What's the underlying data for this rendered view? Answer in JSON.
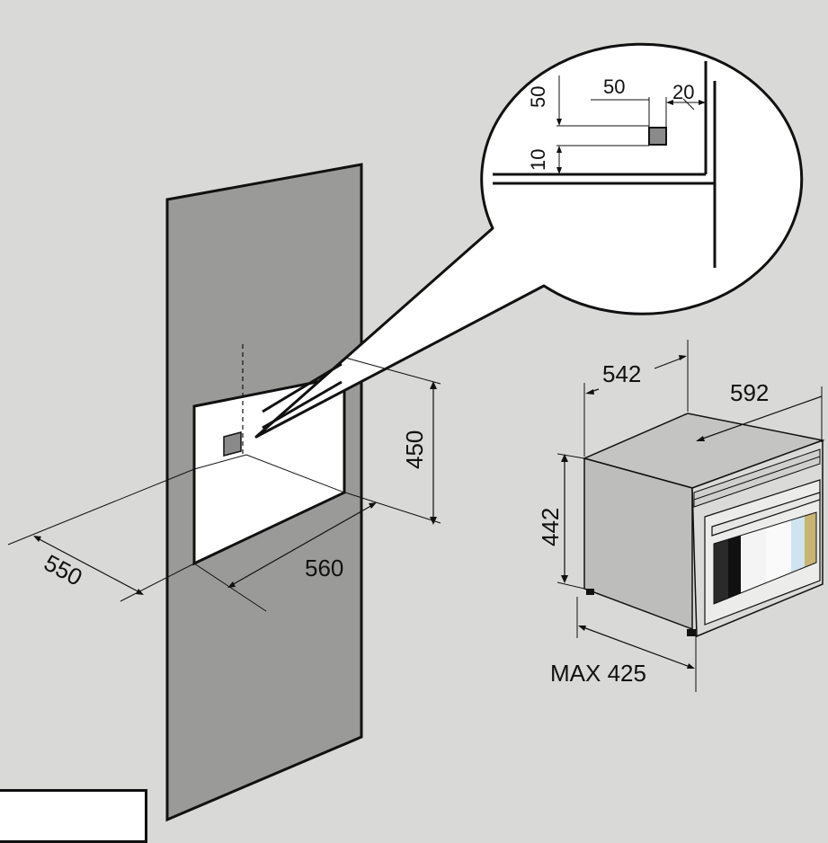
{
  "detail": {
    "dim_50_vertical": "50",
    "dim_50_horizontal": "50",
    "dim_20": "20",
    "dim_10": "10"
  },
  "niche": {
    "dim_450": "450",
    "dim_560": "560",
    "dim_550": "550"
  },
  "oven": {
    "dim_542": "542",
    "dim_592": "592",
    "dim_442": "442",
    "dim_max_425": "MAX 425",
    "colors": {
      "background": "#d9d9d7",
      "panel": "#9a9a98",
      "stripe_1": "#1a1a1a",
      "stripe_2": "#f4f4f4",
      "stripe_3": "#cfe3f0",
      "stripe_4": "#c8b574"
    }
  }
}
